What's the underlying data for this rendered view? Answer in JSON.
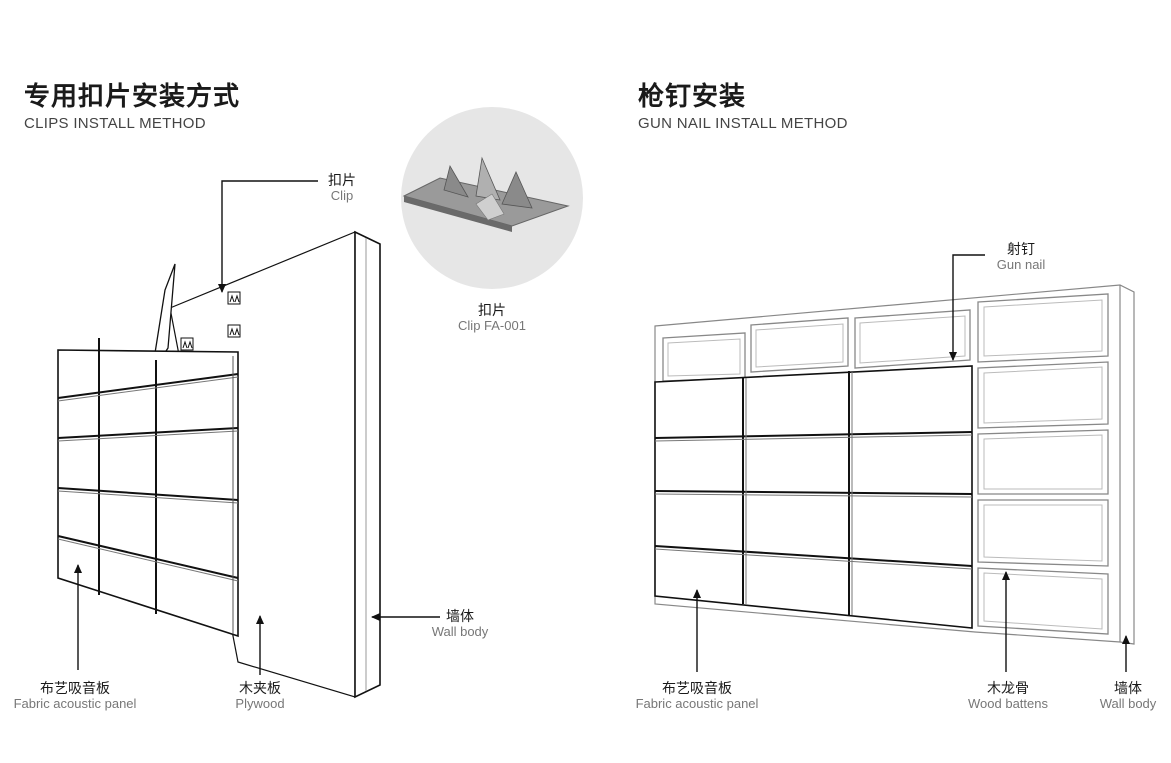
{
  "left": {
    "title": "专用扣片安装方式",
    "subtitle": "CLIPS INSTALL METHOD",
    "labels": {
      "clip": {
        "zh": "扣片",
        "en": "Clip"
      },
      "clip_product": {
        "zh": "扣片",
        "en": "Clip  FA-001"
      },
      "wall": {
        "zh": "墙体",
        "en": "Wall body"
      },
      "panel": {
        "zh": "布艺吸音板",
        "en": "Fabric acoustic panel"
      },
      "plywood": {
        "zh": "木夹板",
        "en": "Plywood"
      }
    }
  },
  "right": {
    "title": "枪钉安装",
    "subtitle": "GUN NAIL INSTALL METHOD",
    "labels": {
      "nail": {
        "zh": "射钉",
        "en": "Gun nail"
      },
      "panel": {
        "zh": "布艺吸音板",
        "en": "Fabric acoustic panel"
      },
      "battens": {
        "zh": "木龙骨",
        "en": "Wood battens"
      },
      "wall": {
        "zh": "墙体",
        "en": "Wall body"
      }
    }
  },
  "icons": {
    "clip_mark": "clip-icon",
    "arrow": "arrow-icon"
  }
}
